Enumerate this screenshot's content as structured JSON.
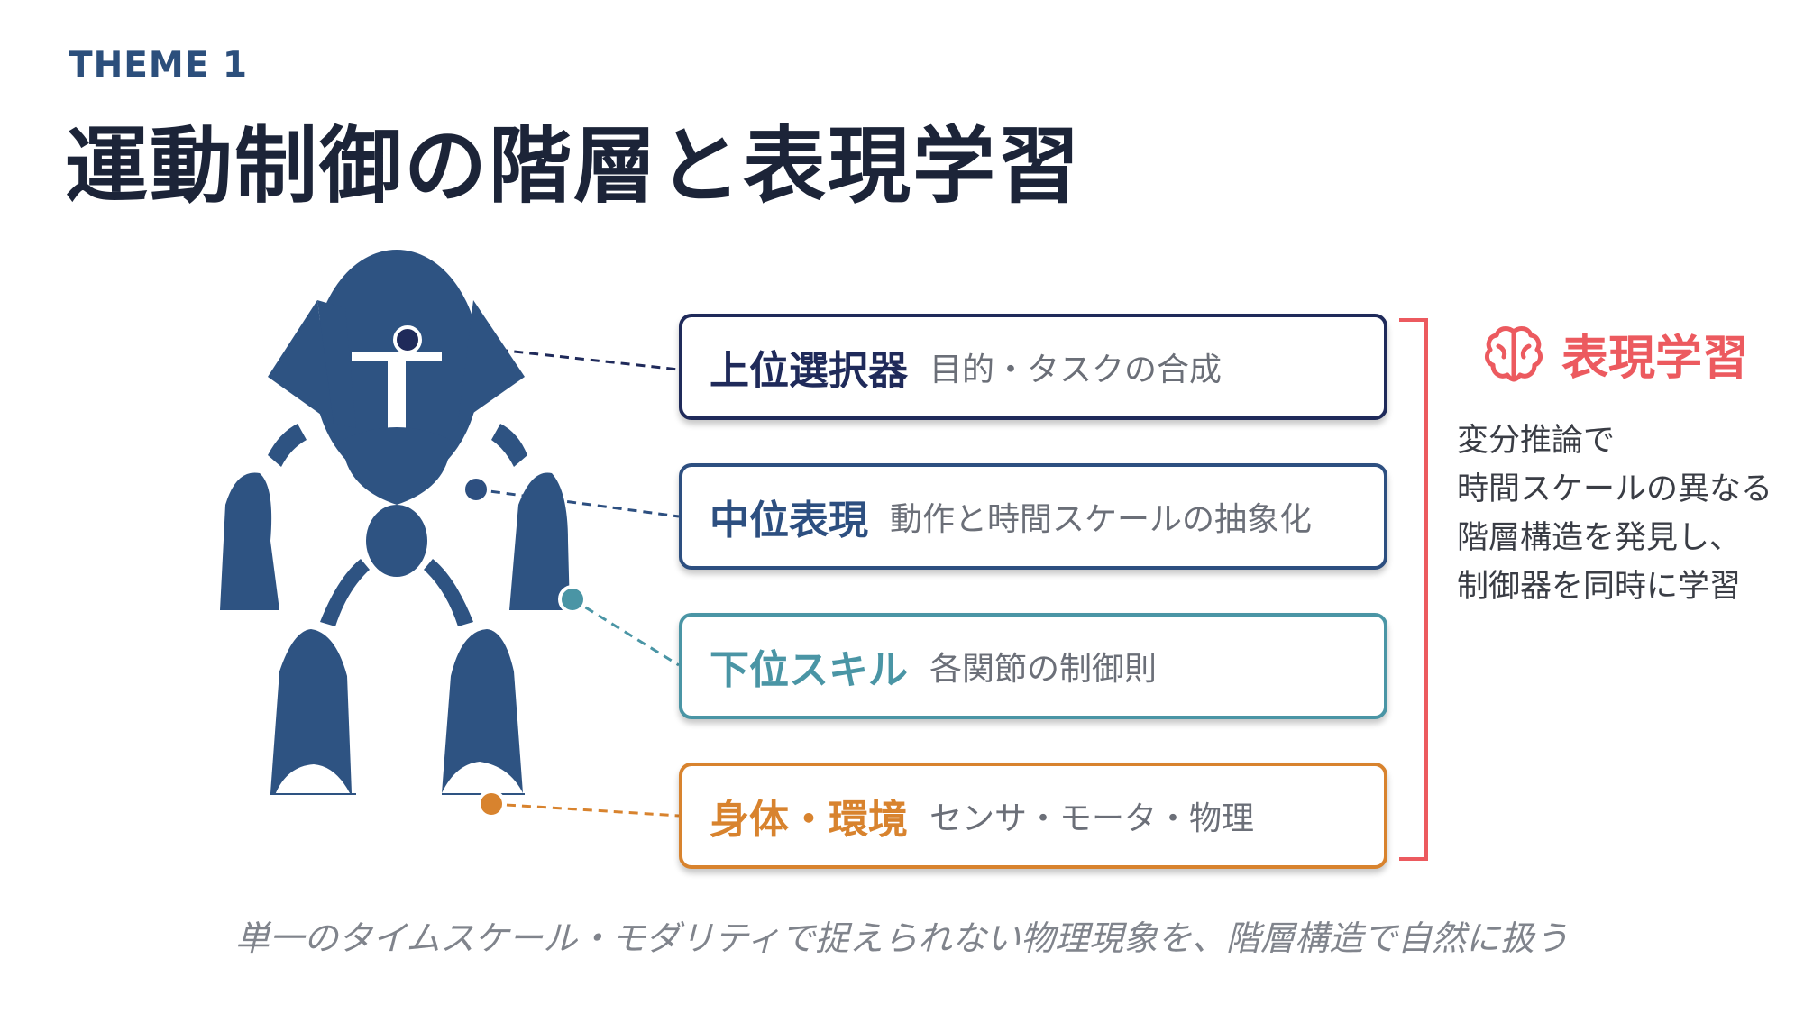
{
  "header": {
    "theme": "THEME 1",
    "title": "運動制御の階層と表現学習"
  },
  "layers": [
    {
      "name": "上位選択器",
      "desc": "目的・タスクの合成",
      "color": "#1f2a5a"
    },
    {
      "name": "中位表現",
      "desc": "動作と時間スケールの抽象化",
      "color": "#2d4f80"
    },
    {
      "name": "下位スキル",
      "desc": "各関節の制御則",
      "color": "#4a95a5"
    },
    {
      "name": "身体・環境",
      "desc": "センサ・モータ・物理",
      "color": "#d8832e"
    }
  ],
  "representation_learning": {
    "icon": "brain-icon",
    "title": "表現学習",
    "color": "#ec5a5f",
    "lines": [
      "変分推論で",
      "時間スケールの異なる",
      "階層構造を発見し、",
      "制御器を同時に学習"
    ]
  },
  "robot": {
    "icon": "robot-icon",
    "color": "#2e5382"
  },
  "footer": "単一のタイムスケール・モダリティで捉えられない物理現象を、階層構造で自然に扱う"
}
